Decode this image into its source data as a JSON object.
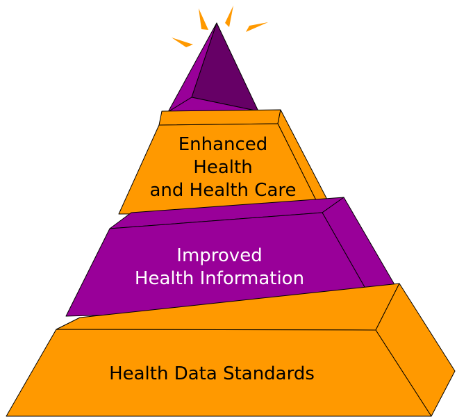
{
  "colors": {
    "orange": "#FF9900",
    "purple": "#990099",
    "dark_purple": "#660066",
    "outline": "#000000",
    "on_orange_text": "#000000",
    "on_purple_text": "#ffffff",
    "burst": "#FF9900"
  },
  "pyramid": {
    "tiers": [
      {
        "id": "apex",
        "fill": "orange",
        "lines": []
      },
      {
        "id": "tier-enhanced",
        "fill": "orange",
        "lines": [
          "Enhanced",
          "Health",
          "and Health Care"
        ]
      },
      {
        "id": "tier-improved",
        "fill": "purple",
        "lines": [
          "Improved",
          "Health Information"
        ]
      },
      {
        "id": "tier-standards",
        "fill": "orange",
        "lines": [
          "Health Data Standards"
        ]
      }
    ]
  }
}
